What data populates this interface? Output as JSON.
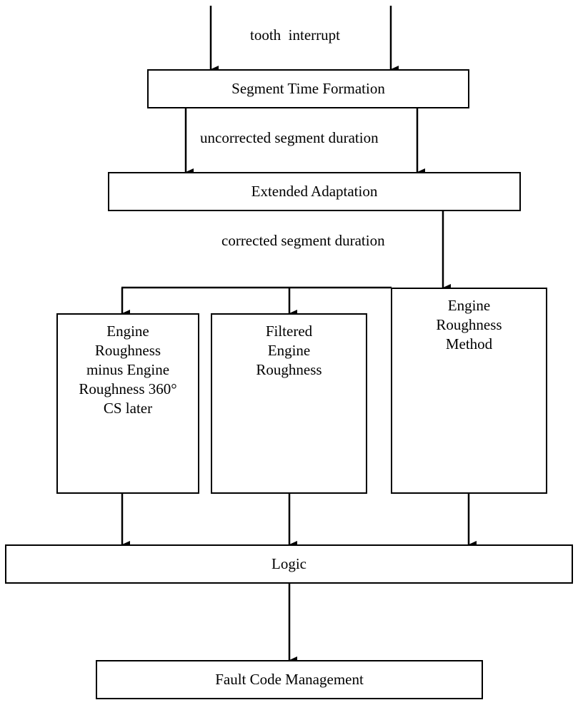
{
  "labels": {
    "tooth_interrupt": "tooth  interrupt",
    "uncorrected": "uncorrected segment duration",
    "corrected": "corrected segment duration"
  },
  "boxes": {
    "segment_time_formation": "Segment Time Formation",
    "extended_adaptation": "Extended Adaptation",
    "er_minus_er360": [
      "Engine",
      "Roughness",
      "minus Engine",
      "Roughness 360°",
      "CS later"
    ],
    "filtered_er": [
      "Filtered",
      "Engine",
      "Roughness"
    ],
    "er_method": [
      "Engine",
      "Roughness",
      "Method"
    ],
    "logic": "Logic",
    "fault_code_management": "Fault Code Management"
  }
}
